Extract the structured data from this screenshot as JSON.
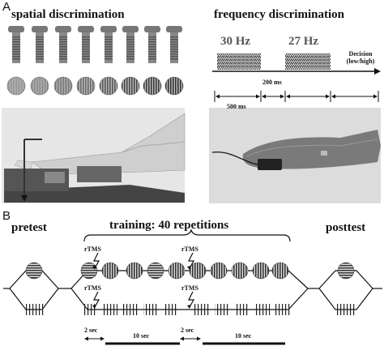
{
  "panel_a": {
    "letter": "A",
    "spatial_title": "spatial discrimination",
    "frequency_title": "frequency discrimination",
    "freq_high": "30 Hz",
    "freq_low": "27 Hz",
    "decision_line1": "Decision",
    "decision_line2": "(low/high)",
    "t_stim": "500 ms",
    "t_gap": "200 ms"
  },
  "panel_b": {
    "letter": "B",
    "pretest": "pretest",
    "training": "training: 40 repetitions",
    "posttest": "posttest",
    "rtms": "rTMS",
    "t_short": "2 sec",
    "t_long": "10 sec"
  },
  "colors": {
    "ink": "#111111",
    "photo_bg": "#d9d9d9",
    "grating": "#333333"
  }
}
